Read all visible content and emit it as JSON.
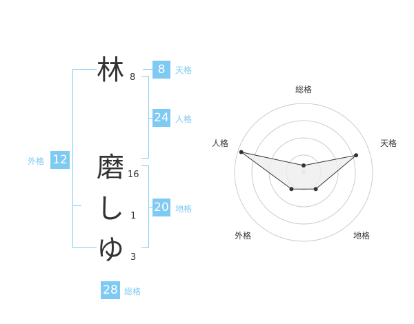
{
  "name": {
    "chars": [
      {
        "char": "林",
        "strokes": "8"
      },
      {
        "char": "磨",
        "strokes": "16"
      },
      {
        "char": "し",
        "strokes": "1"
      },
      {
        "char": "ゆ",
        "strokes": "3"
      }
    ]
  },
  "kakusu": {
    "tenkaku": {
      "value": "8",
      "label": "天格"
    },
    "jinkaku": {
      "value": "24",
      "label": "人格"
    },
    "chikaku": {
      "value": "20",
      "label": "地格"
    },
    "gaikaku": {
      "value": "12",
      "label": "外格"
    },
    "soukaku": {
      "value": "28",
      "label": "総格"
    }
  },
  "colors": {
    "accent": "#7fcaf2",
    "text": "#333333",
    "grid": "#cccccc",
    "fill": "#eeeeee",
    "point": "#333333"
  },
  "chart_data": {
    "type": "radar",
    "axes": [
      "総格",
      "天格",
      "地格",
      "外格",
      "人格"
    ],
    "values": [
      0.1,
      0.8,
      0.3,
      0.3,
      0.95
    ],
    "levels": 4,
    "grid": true
  }
}
